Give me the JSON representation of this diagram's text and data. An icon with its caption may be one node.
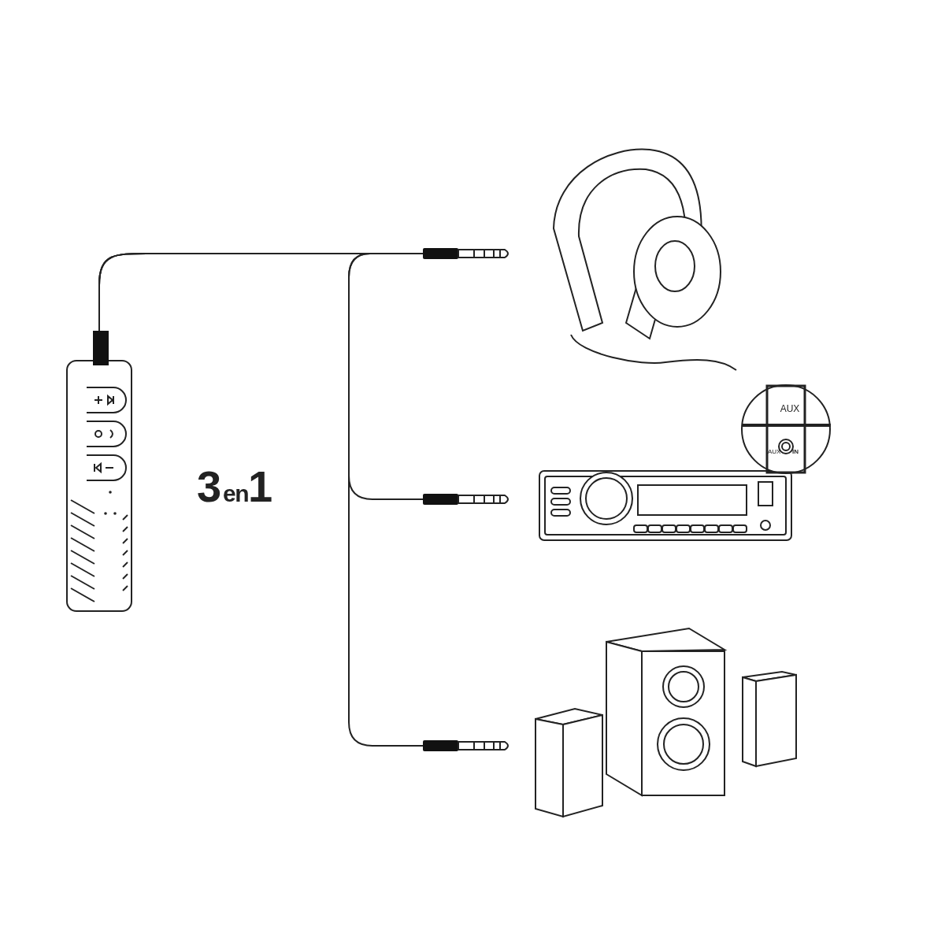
{
  "diagram": {
    "nodes": [
      {
        "text": [],
        "shape": "picture"
      },
      {
        "text": [],
        "shape": "picture"
      },
      {
        "text": [],
        "shape": "picture"
      },
      {
        "text": [],
        "shape": "picture"
      },
      {
        "text": [],
        "shape": "picture"
      },
      {
        "text": [],
        "shape": "picture"
      },
      {
        "text": [],
        "shape": "picture"
      }
    ],
    "edges": [
      {
        "from": 0,
        "to": 1,
        "arrow": "none"
      },
      {
        "from": 0,
        "to": 2,
        "arrow": "none"
      },
      {
        "from": 0,
        "to": 3,
        "arrow": "none"
      }
    ],
    "labels": [
      "AUX",
      "AUX",
      "IN",
      "3",
      "en",
      "1"
    ]
  }
}
